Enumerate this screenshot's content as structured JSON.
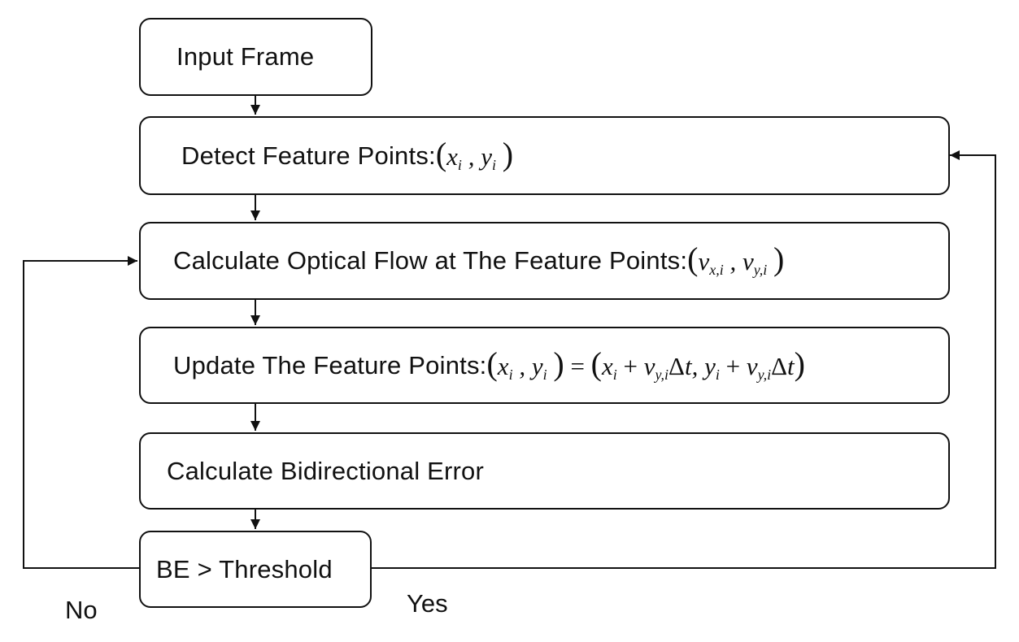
{
  "steps": [
    {
      "label": "Input Frame"
    },
    {
      "label": "Detect Feature Points:"
    },
    {
      "label": "Calculate Optical Flow at The Feature Points:"
    },
    {
      "label": "Update The Feature Points:"
    },
    {
      "label": "Calculate Bidirectional Error"
    }
  ],
  "decision": {
    "label": "BE > Threshold"
  },
  "branches": {
    "no": "No",
    "yes": "Yes"
  },
  "colors": {
    "line": "#111111",
    "background": "#ffffff"
  }
}
